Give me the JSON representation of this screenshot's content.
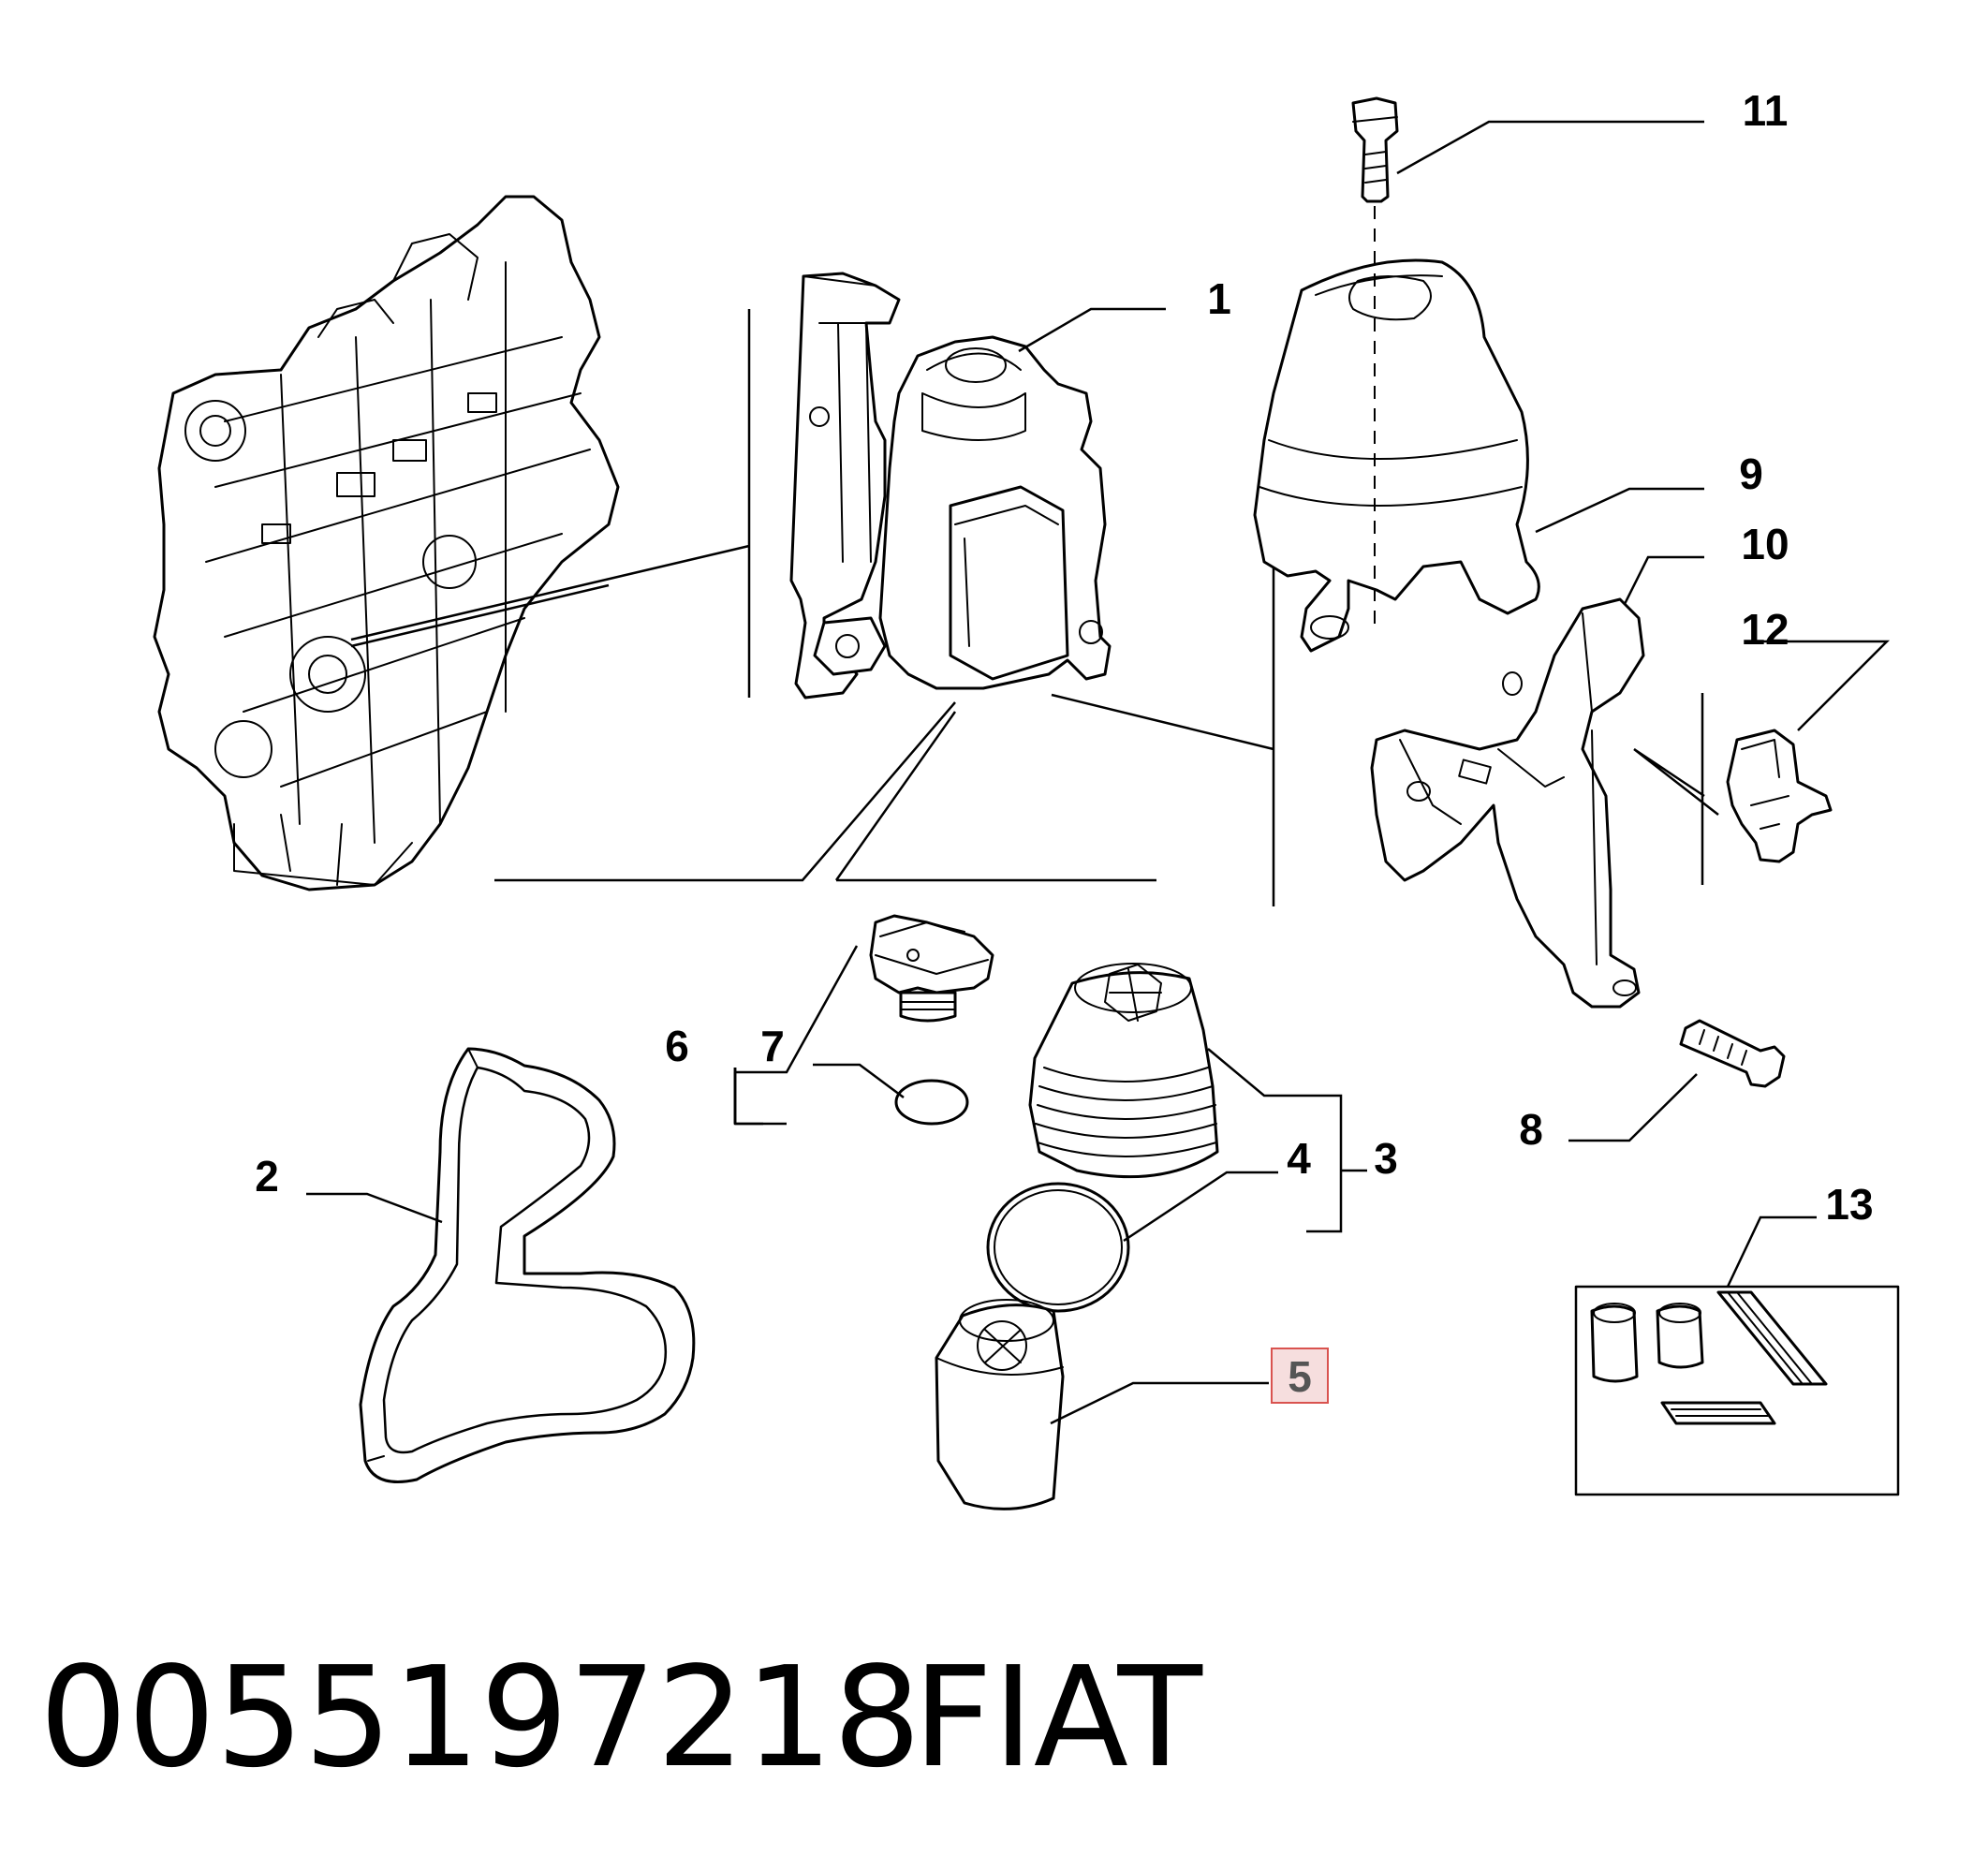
{
  "callouts": [
    {
      "id": "1",
      "label": "1",
      "highlighted": false
    },
    {
      "id": "2",
      "label": "2",
      "highlighted": false
    },
    {
      "id": "3",
      "label": "3",
      "highlighted": false
    },
    {
      "id": "4",
      "label": "4",
      "highlighted": false
    },
    {
      "id": "5",
      "label": "5",
      "highlighted": true
    },
    {
      "id": "6",
      "label": "6",
      "highlighted": false
    },
    {
      "id": "7",
      "label": "7",
      "highlighted": false
    },
    {
      "id": "8",
      "label": "8",
      "highlighted": false
    },
    {
      "id": "9",
      "label": "9",
      "highlighted": false
    },
    {
      "id": "10",
      "label": "10",
      "highlighted": false
    },
    {
      "id": "11",
      "label": "11",
      "highlighted": false
    },
    {
      "id": "12",
      "label": "12",
      "highlighted": false
    },
    {
      "id": "13",
      "label": "13",
      "highlighted": false
    }
  ],
  "footer": {
    "part_number": "0055197218",
    "brand": "FIAT"
  },
  "colors": {
    "highlight_fill": "#f6dede",
    "highlight_stroke": "#d9534f",
    "highlight_text": "#555555",
    "line": "#000000",
    "background": "#ffffff"
  }
}
